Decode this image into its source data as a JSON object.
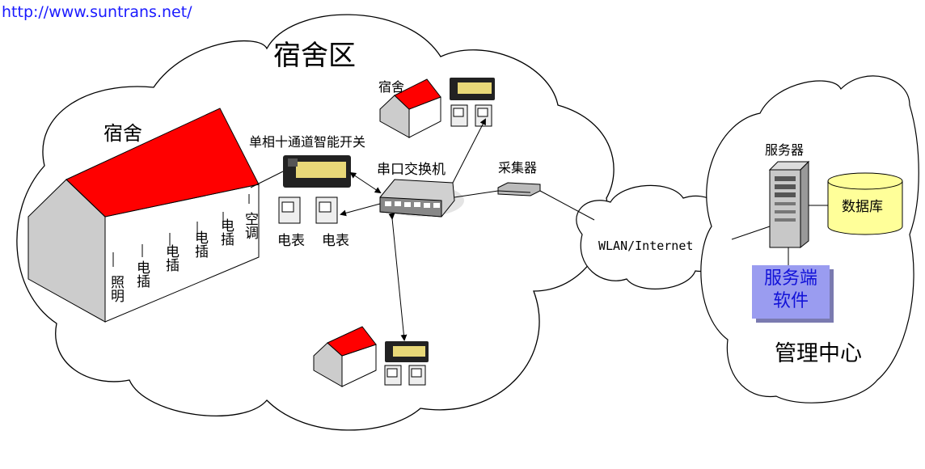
{
  "header": {
    "url": "http://www.suntrans.net/"
  },
  "labels": {
    "dorm_zone": "宿舍区",
    "dorm_large": "宿舍",
    "dorm_small": "宿舍",
    "switch": "单相十通道智能开关",
    "serial_switch": "串口交换机",
    "collector": "采集器",
    "meter_1": "电表",
    "meter_2": "电表",
    "wlan": "WLAN/Internet",
    "server": "服务器",
    "database": "数据库",
    "software": "服务端软件",
    "management_center": "管理中心"
  },
  "circuits": [
    "照明",
    "电插",
    "电插",
    "电插",
    "电插",
    "空调"
  ],
  "colors": {
    "roof": "#ff0000",
    "url": "#1a1aff",
    "software_bg": "#9a9cf0",
    "software_text": "#1212d8",
    "database": "#ffff99"
  }
}
